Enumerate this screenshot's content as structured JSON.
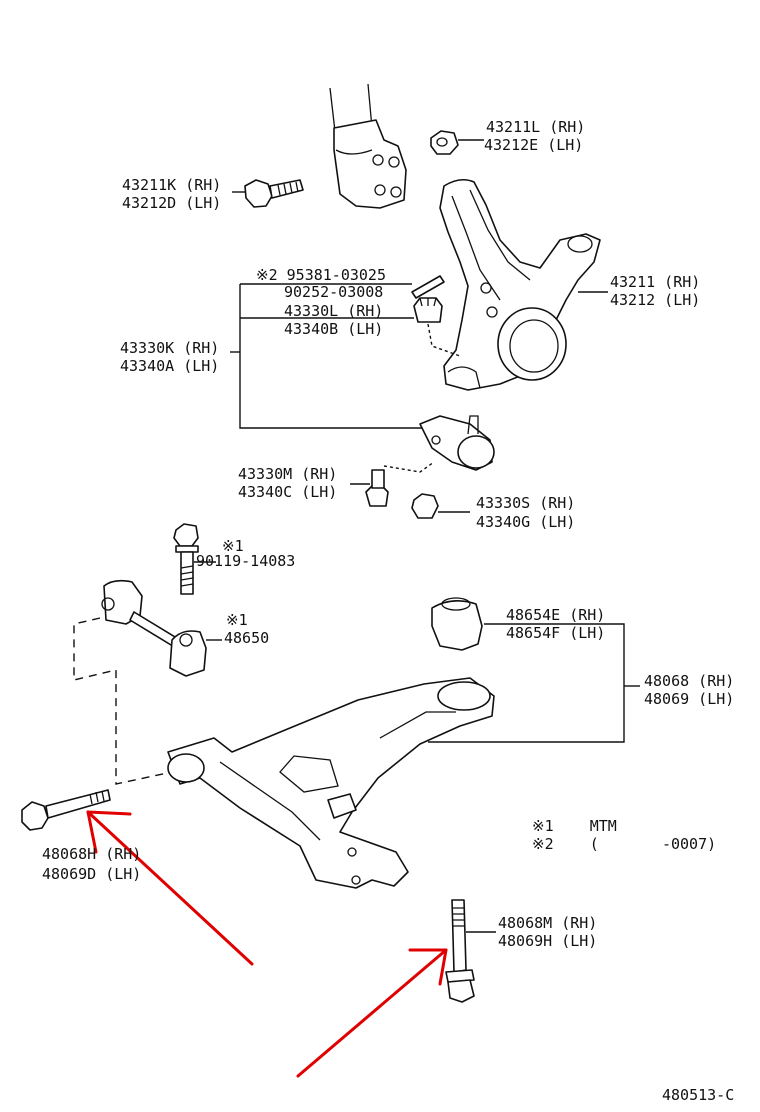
{
  "labels": {
    "p43211L": "43211L (RH)",
    "p43212E": "43212E (LH)",
    "p43211K": "43211K (RH)",
    "p43212D": "43212D (LH)",
    "p95381": "※2 95381-03025",
    "p90252": "90252-03008",
    "p43330L": "43330L (RH)",
    "p43340B": "43340B (LH)",
    "p43211": "43211 (RH)",
    "p43212": "43212 (LH)",
    "p43330K": "43330K (RH)",
    "p43340A": "43340A (LH)",
    "p43330M": "43330M (RH)",
    "p43340C": "43340C (LH)",
    "p43330S": "43330S (RH)",
    "p43340G": "43340G (LH)",
    "note1a": "※1",
    "p90119": "90119-14083",
    "note1b": "※1",
    "p48650": "48650",
    "p48654E": "48654E (RH)",
    "p48654F": "48654F (LH)",
    "p48068": "48068 (RH)",
    "p48069": "48069 (LH)",
    "p48068H": "48068H (RH)",
    "p48069D": "48069D (LH)",
    "legend1": "※1    MTM",
    "legend2": "※2    (       -0007)",
    "p48068M": "48068M (RH)",
    "p48069H": "48069H (LH)",
    "diagramId": "480513-C"
  },
  "colors": {
    "line": "#111111",
    "arrow": "#e00000",
    "background": "#ffffff"
  }
}
